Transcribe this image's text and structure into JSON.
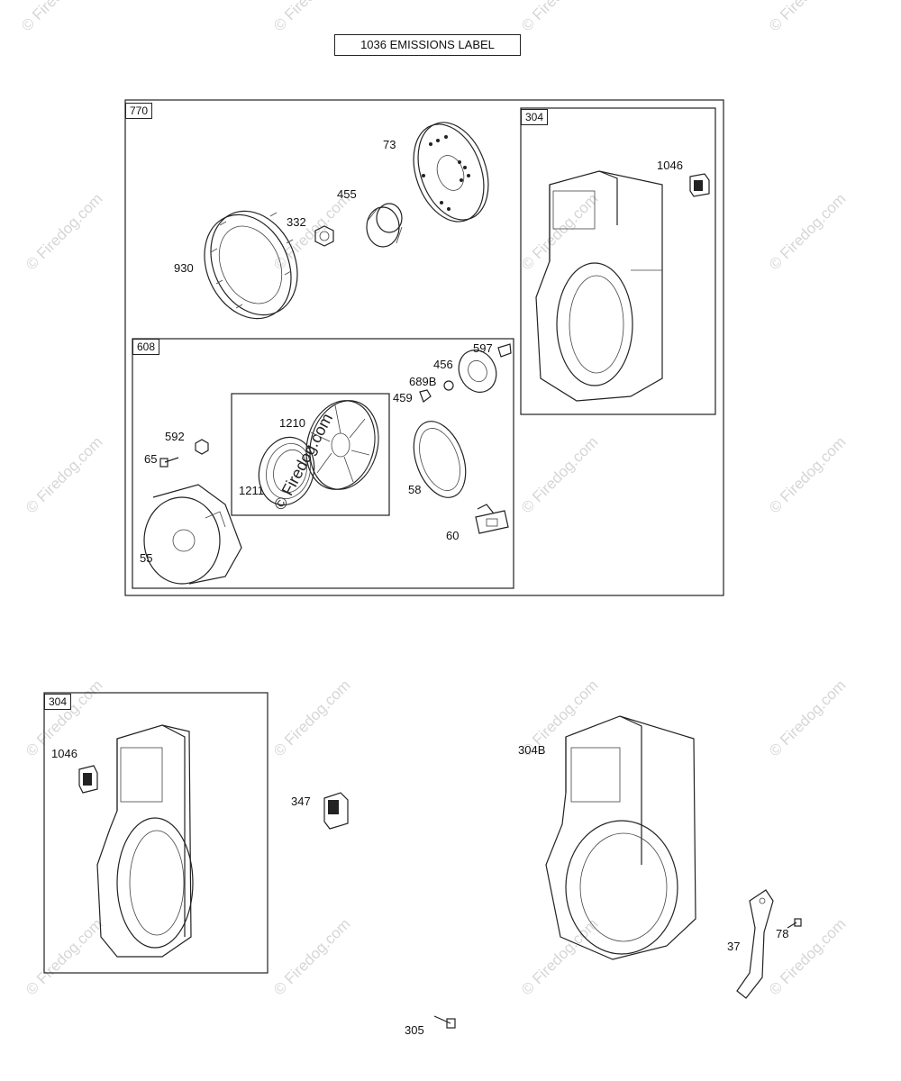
{
  "header": {
    "emissions_label": "1036 EMISSIONS LABEL"
  },
  "watermark": {
    "text": "© Firedog.com"
  },
  "groups": {
    "g770": "770",
    "g304_top": "304",
    "g608": "608",
    "g304_bottom": "304"
  },
  "parts": {
    "p73": "73",
    "p455": "455",
    "p332": "332",
    "p930": "930",
    "p1046_top": "1046",
    "p597": "597",
    "p456": "456",
    "p689b": "689B",
    "p459": "459",
    "p1210": "1210",
    "p592": "592",
    "p65": "65",
    "p1211": "1211",
    "p58": "58",
    "p60": "60",
    "p55": "55",
    "p1046_bottom": "1046",
    "p347": "347",
    "p304b": "304B",
    "p37": "37",
    "p78": "78",
    "p305": "305"
  }
}
